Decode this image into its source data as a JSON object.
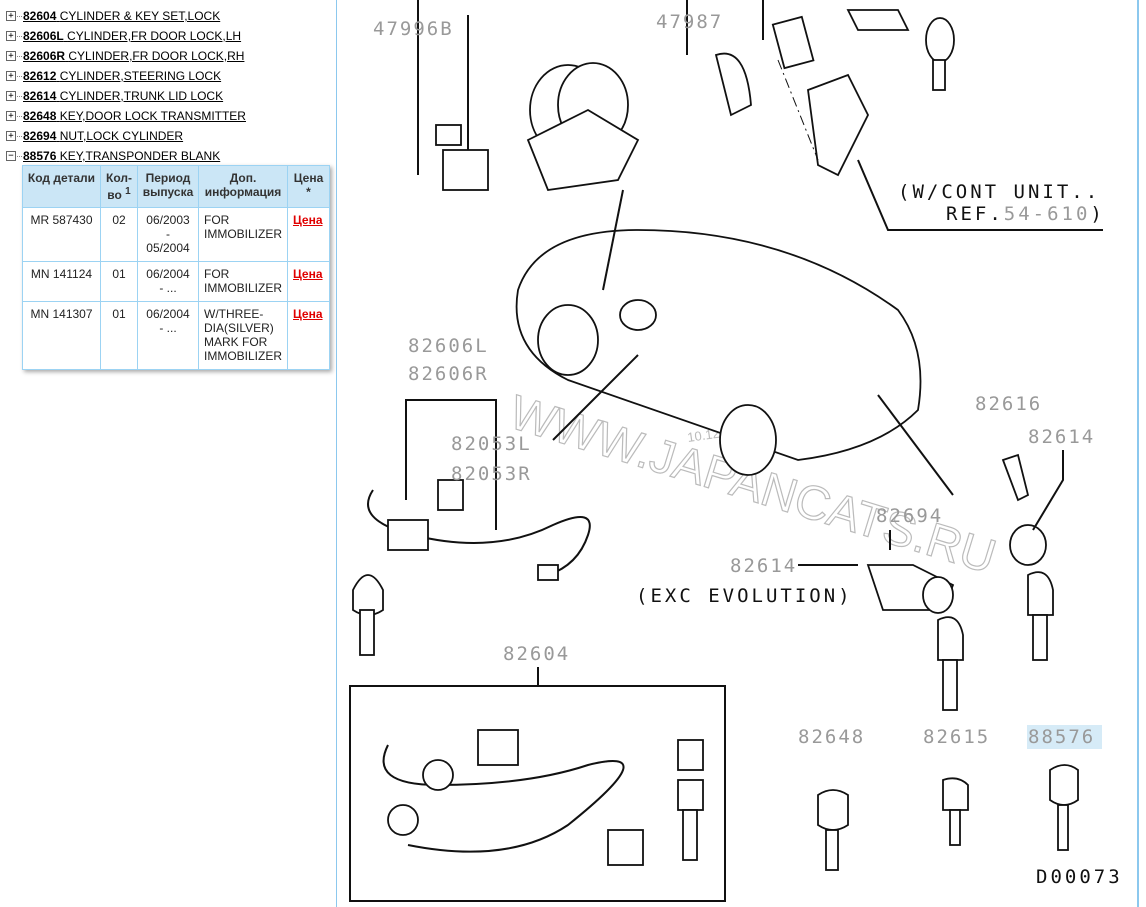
{
  "tree": [
    {
      "code": "82604",
      "name": "CYLINDER & KEY SET,LOCK",
      "expanded": false
    },
    {
      "code": "82606L",
      "name": "CYLINDER,FR DOOR LOCK,LH",
      "expanded": false
    },
    {
      "code": "82606R",
      "name": "CYLINDER,FR DOOR LOCK,RH",
      "expanded": false
    },
    {
      "code": "82612",
      "name": "CYLINDER,STEERING LOCK",
      "expanded": false
    },
    {
      "code": "82614",
      "name": "CYLINDER,TRUNK LID LOCK",
      "expanded": false
    },
    {
      "code": "82648",
      "name": "KEY,DOOR LOCK TRANSMITTER",
      "expanded": false
    },
    {
      "code": "82694",
      "name": "NUT,LOCK CYLINDER",
      "expanded": false
    },
    {
      "code": "88576",
      "name": "KEY,TRANSPONDER BLANK",
      "expanded": true
    }
  ],
  "table": {
    "headers": {
      "code": "Код детали",
      "qty": "Кол-во",
      "qty_sup": "1",
      "period": "Период выпуска",
      "info": "Доп. информация",
      "price": "Цена",
      "price_sup": "*"
    },
    "rows": [
      {
        "code": "MR 587430",
        "qty": "02",
        "period_from": "06/2003",
        "period_sep": "-",
        "period_to": "05/2004",
        "info": "FOR IMMOBILIZER",
        "price": "Цена"
      },
      {
        "code": "MN 141124",
        "qty": "01",
        "period_from": "06/2004",
        "period_sep": "- ...",
        "period_to": "",
        "info": "FOR IMMOBILIZER",
        "price": "Цена"
      },
      {
        "code": "MN 141307",
        "qty": "01",
        "period_from": "06/2004",
        "period_sep": "- ...",
        "period_to": "",
        "info": "W/THREE-DIA(SILVER) MARK FOR IMMOBILIZER",
        "price": "Цена"
      }
    ]
  },
  "diagram": {
    "labels": {
      "l47996B": "47996B",
      "l47987": "47987",
      "l82606L": "82606L",
      "l82606R": "82606R",
      "l82053L": "82053L",
      "l82053R": "82053R",
      "l82616": "82616",
      "l82614a": "82614",
      "l82694": "82694",
      "l82614b": "82614",
      "l82604": "82604",
      "l82648": "82648",
      "l82615": "82615",
      "l88576": "88576",
      "ref": "54-610"
    },
    "notes": {
      "wcont": "(W/CONT UNIT..",
      "ref_prefix": "REF.",
      "ref_suffix": ")",
      "exc": "(EXC EVOLUTION)",
      "code": "D00073"
    },
    "watermark": "WWW.JAPANCATS.RU",
    "date": "10.12.2014",
    "highlight_color": "#d6ebf7"
  }
}
